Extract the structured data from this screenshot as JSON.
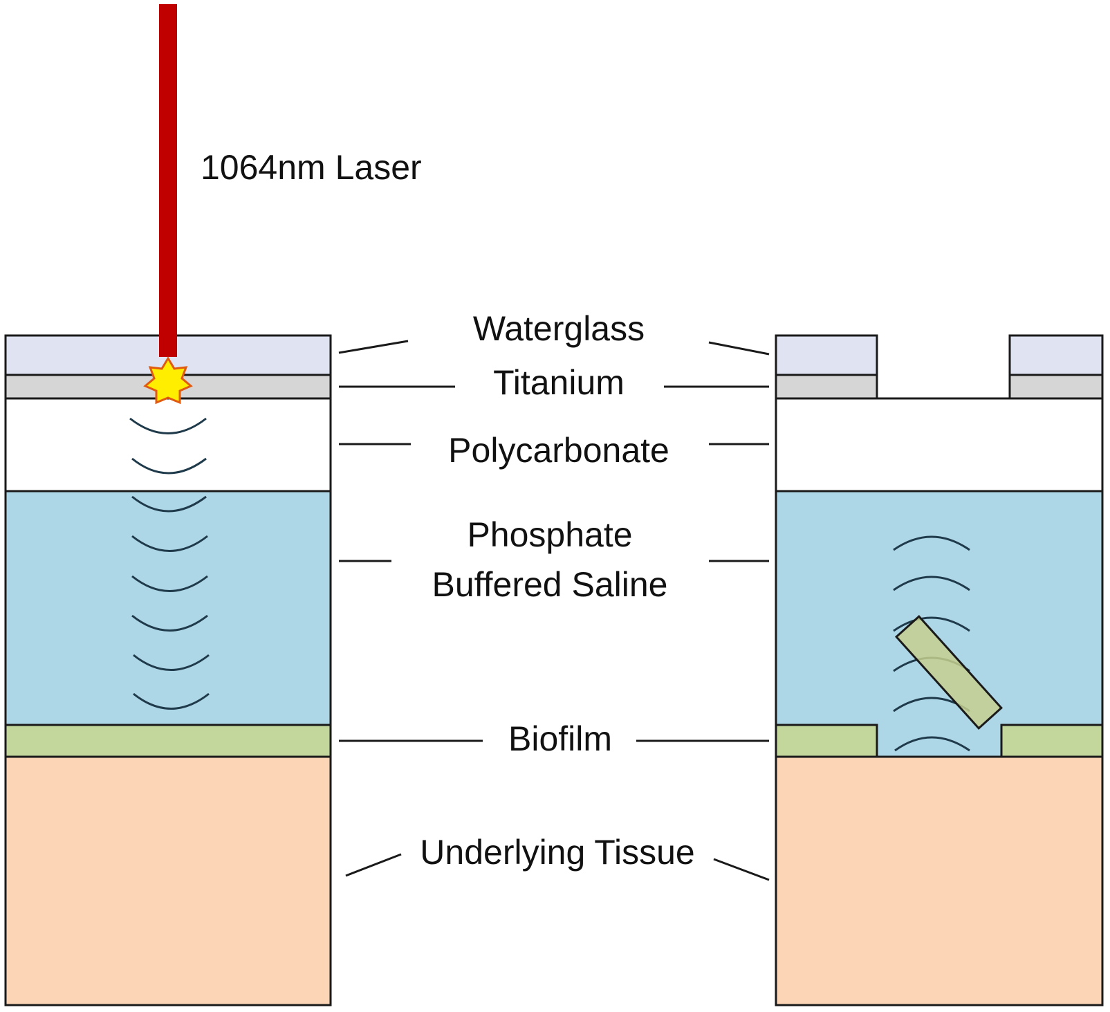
{
  "laser": {
    "label": "1064nm Laser",
    "color": "#c00000"
  },
  "layers": [
    {
      "id": "waterglass",
      "label": "Waterglass",
      "color": "#dfe3f2"
    },
    {
      "id": "titanium",
      "label": "Titanium",
      "color": "#d6d6d6"
    },
    {
      "id": "polycarbonate",
      "label": "Polycarbonate",
      "color": "#ffffff"
    },
    {
      "id": "pbs",
      "label_line1": "Phosphate",
      "label_line2": "Buffered Saline",
      "color": "#add6e6"
    },
    {
      "id": "biofilm",
      "label": "Biofilm",
      "color": "#c3d69b"
    },
    {
      "id": "tissue",
      "label": "Underlying Tissue",
      "color": "#fbd5b5"
    }
  ],
  "flake_color": "#c4cf8e",
  "star_color": "#ffee00"
}
